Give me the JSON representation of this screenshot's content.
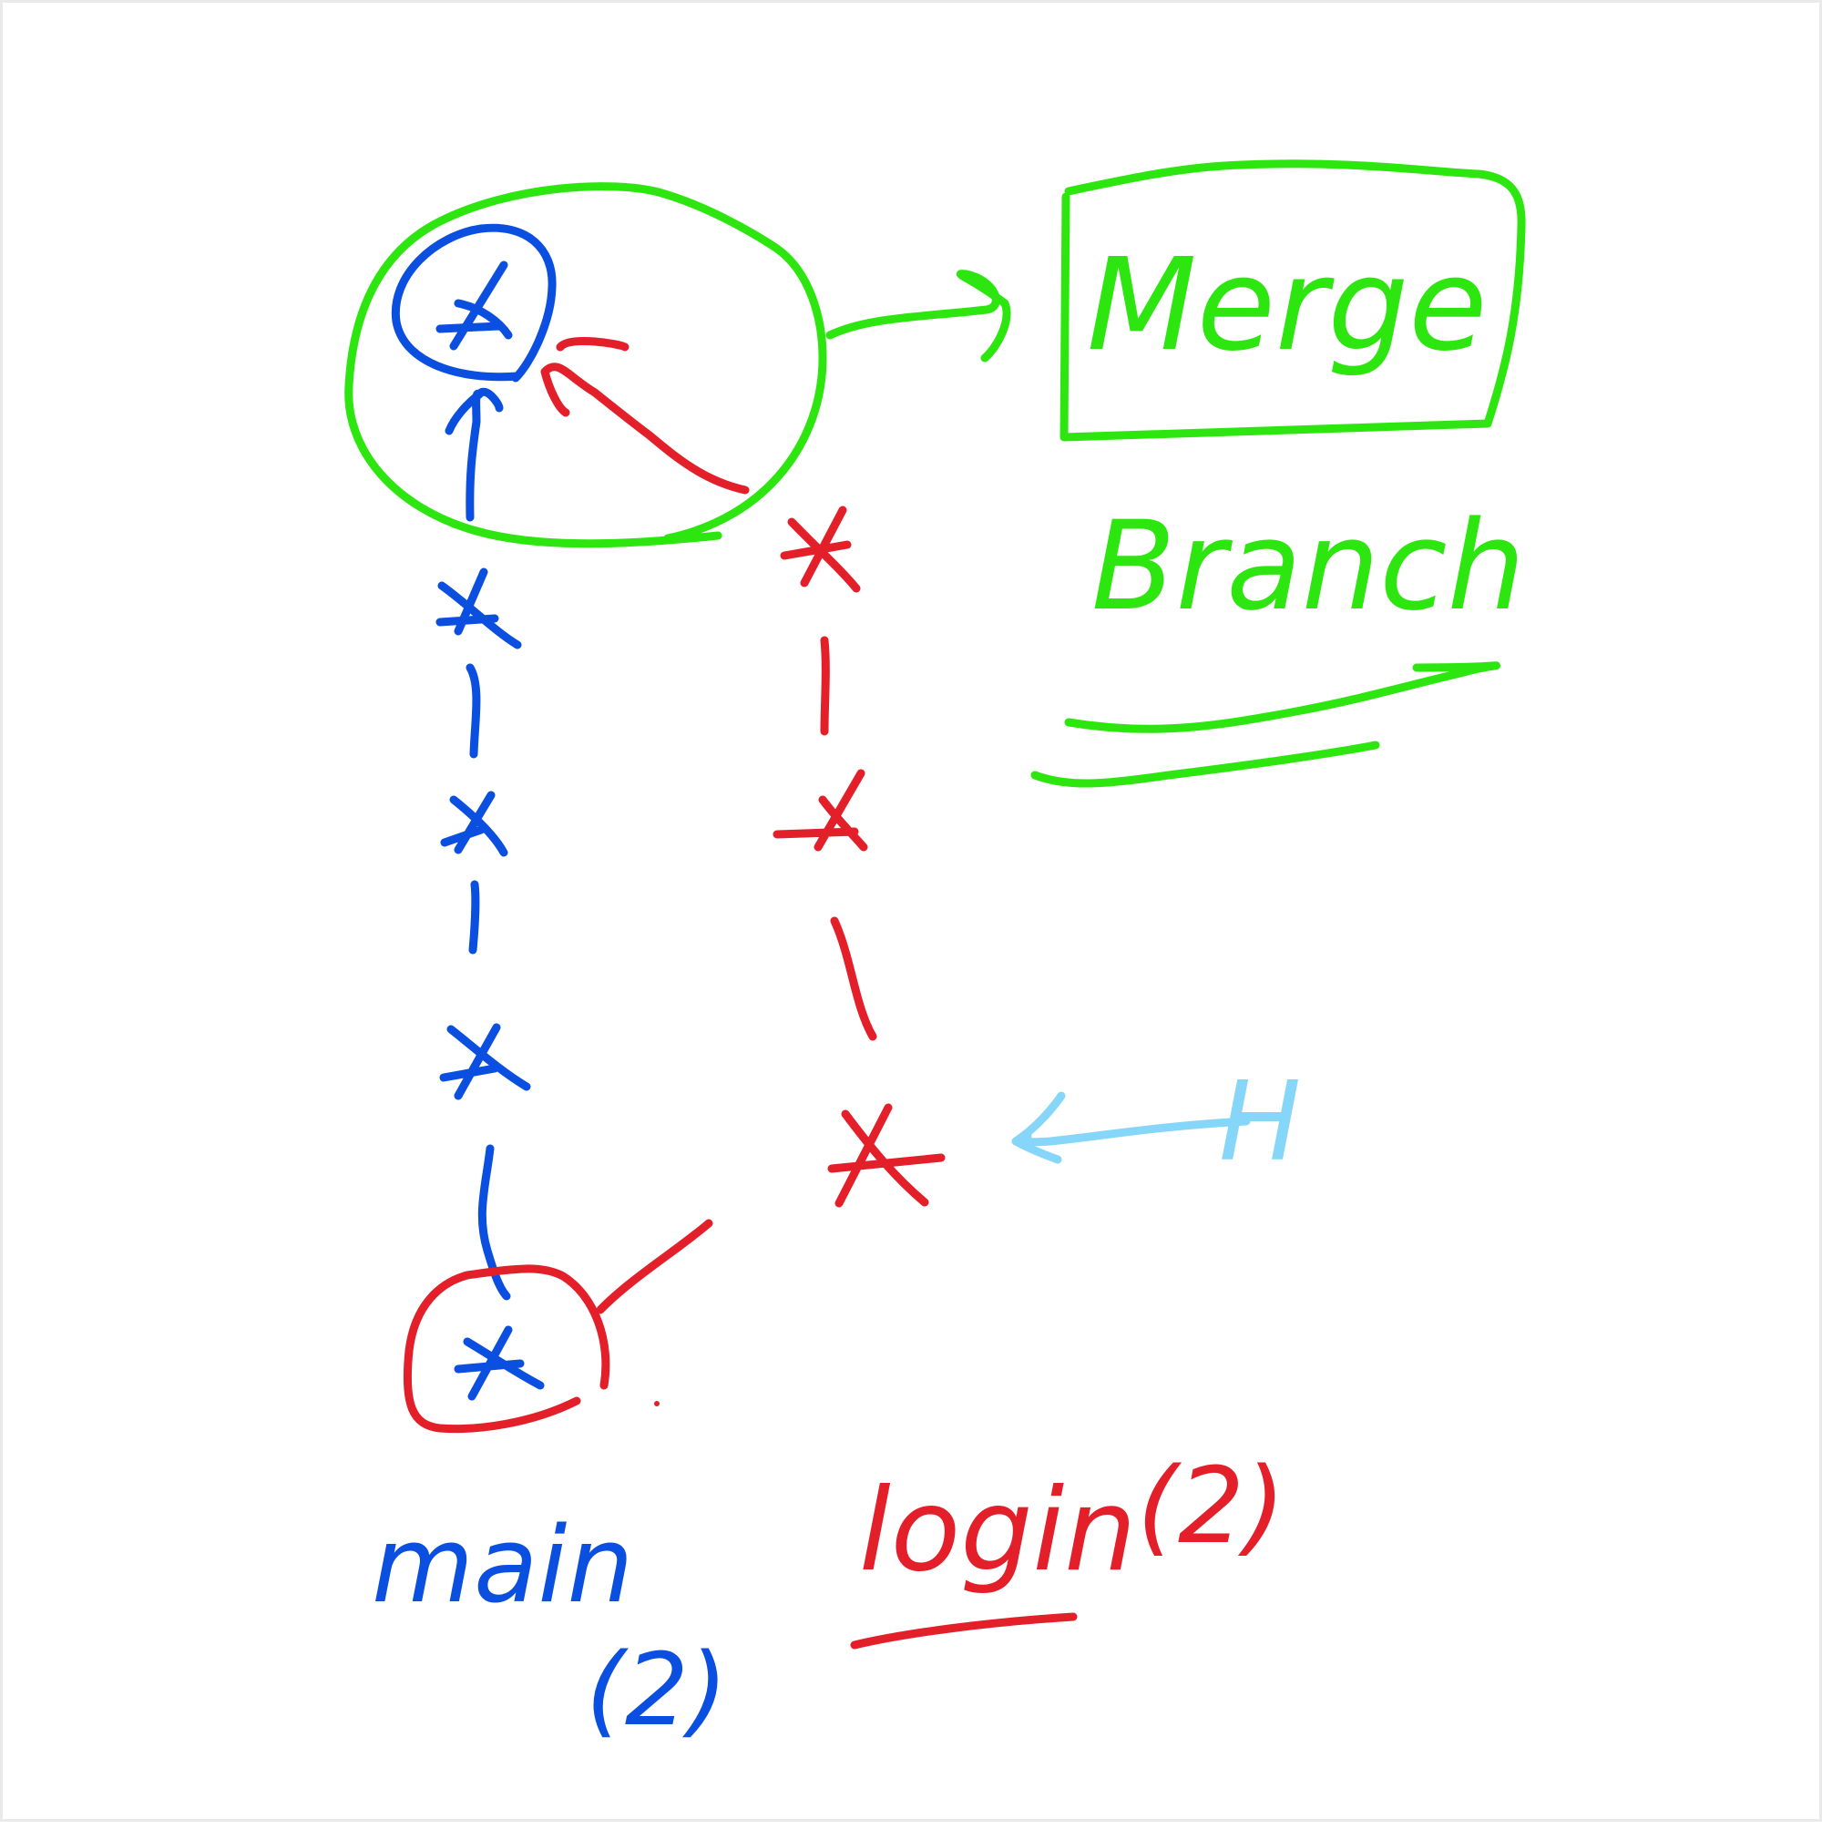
{
  "colors": {
    "main_branch": "#0a4fe0",
    "login_branch": "#e3202a",
    "merge": "#2ee60f",
    "head": "#86d6fa"
  },
  "labels": {
    "merge_title_line1": "Merge",
    "merge_title_line2": "Branch",
    "main_branch": "main",
    "main_count": "(2)",
    "login_branch": "login",
    "login_count": "(2)",
    "head_marker": "H"
  }
}
